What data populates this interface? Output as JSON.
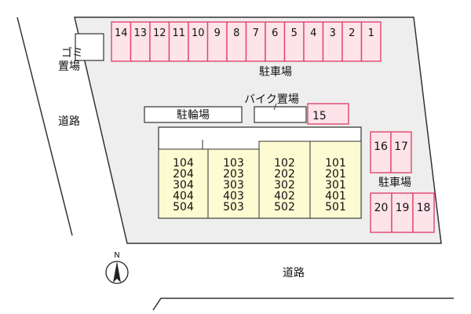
{
  "labels": {
    "road_left": "道路",
    "road_bottom": "道路",
    "garbage_line1": "ゴミ",
    "garbage_line2": "置場",
    "parking_top": "駐車場",
    "parking_right": "駐車場",
    "bicycle": "駐輪場",
    "bike": "バイク置場"
  },
  "parking": {
    "top_row": [
      "14",
      "13",
      "12",
      "11",
      "10",
      "9",
      "8",
      "7",
      "6",
      "5",
      "4",
      "3",
      "2",
      "1"
    ],
    "bike_slot": "15",
    "right_upper": [
      "16",
      "17"
    ],
    "right_lower": [
      "20",
      "19",
      "18"
    ]
  },
  "building": {
    "columns": [
      [
        "104",
        "204",
        "304",
        "404",
        "504"
      ],
      [
        "103",
        "203",
        "303",
        "403",
        "503"
      ],
      [
        "102",
        "202",
        "302",
        "402",
        "502"
      ],
      [
        "101",
        "201",
        "301",
        "401",
        "501"
      ]
    ]
  },
  "compass": {
    "label": "N"
  },
  "colors": {
    "parking_fill": "#fde3ea",
    "parking_stroke": "#e0456e",
    "building_fill": "#fdfbd2",
    "site_fill": "#eeeeee",
    "line": "#333333"
  }
}
